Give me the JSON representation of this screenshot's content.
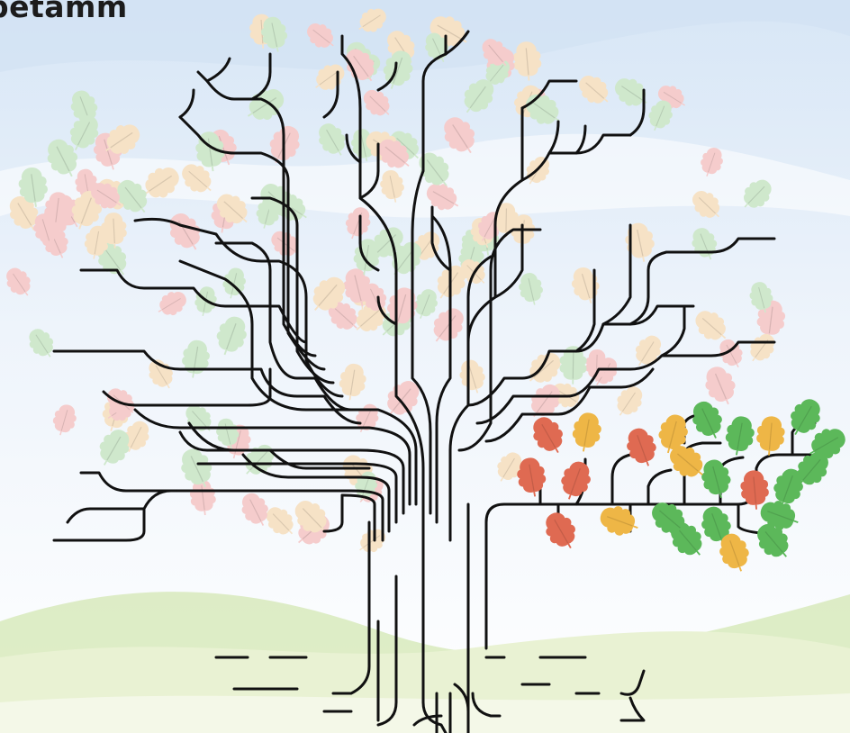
{
  "title": "betamm",
  "colors": {
    "sky_top": "#d7e6f6",
    "sky_band": "#e4eef9",
    "hill_light": "#e9f2d3",
    "hill_mid": "#d6e8b8",
    "branch": "#111111",
    "leaf_green_faded": "#cfe8cc",
    "leaf_red_faded": "#f5cccc",
    "leaf_yellow_faded": "#f6e2c6",
    "leaf_green": "#5cb85a",
    "leaf_red": "#df6a52",
    "leaf_yellow": "#eeb646"
  },
  "leaf_groups": {
    "faded": "faded-leaf-cluster",
    "highlighted": "highlighted-leaf-cluster"
  }
}
